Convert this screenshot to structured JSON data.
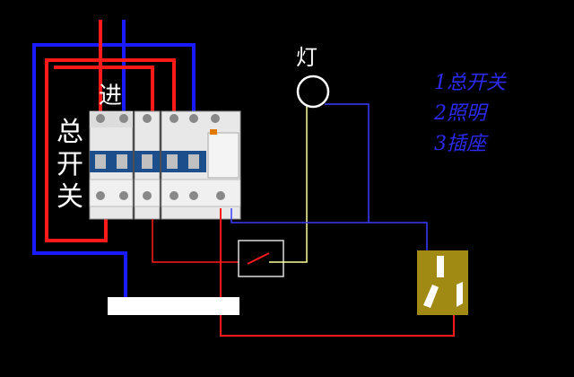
{
  "labels": {
    "inlet": "进",
    "lamp": "灯",
    "main_switch_chars": [
      "总",
      "开",
      "关"
    ]
  },
  "legend": [
    "1总开关",
    "2照明",
    "3插座"
  ],
  "colors": {
    "live_wire": "#ff1a1a",
    "neutral_wire": "#1a1aff",
    "switch_wire": "#ffff99",
    "socket_body": "#a08a14",
    "background": "#000000"
  }
}
